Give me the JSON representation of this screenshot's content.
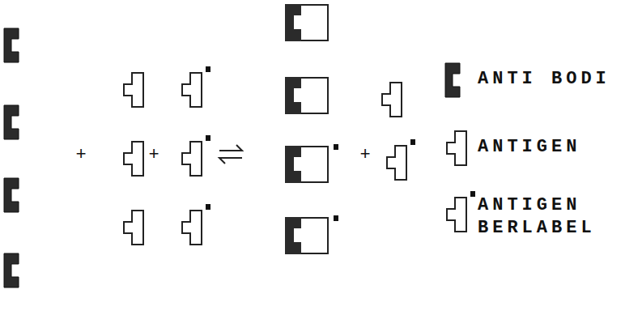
{
  "diagram": {
    "labels": [
      "+",
      "+",
      "+"
    ],
    "legend": [
      {
        "text": "ANTI BODI"
      },
      {
        "text": "ANTIGEN"
      },
      {
        "text": "ANTIGEN BERLABEL"
      }
    ]
  }
}
